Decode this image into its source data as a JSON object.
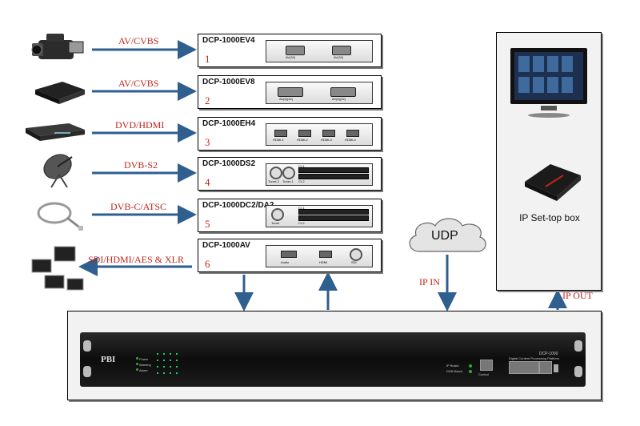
{
  "cards": [
    {
      "title": "DCP-1000EV4",
      "number": "1",
      "input": "AV/CVBS"
    },
    {
      "title": "DCP-1000EV8",
      "number": "2",
      "input": "AV/CVBS"
    },
    {
      "title": "DCP-1000EH4",
      "number": "3",
      "input": "DVD/HDMI"
    },
    {
      "title": "DCP-1000DS2",
      "number": "4",
      "input": "DVB-S2"
    },
    {
      "title": "DCP-1000DC2/DA2",
      "number": "5",
      "input": "DVB-C/ATSC"
    },
    {
      "title": "DCP-1000AV",
      "number": "6",
      "output": "SDI/HDMI/AES & XLR"
    }
  ],
  "port_labels": {
    "card1": [
      "AV(32)",
      "AV(32)"
    ],
    "card2": [
      "AV(8)(32)",
      "AV(8)(32)"
    ],
    "card3": [
      "HDMI-1",
      "HDMI-2",
      "HDMI-3",
      "HDMI-4"
    ],
    "card4": [
      "Tuner-2",
      "Tuner-1",
      "CI-1",
      "CI-2"
    ],
    "card5": [
      "Tuner",
      "CI-1",
      "CI-2"
    ],
    "card6": [
      "Audio",
      "HDMI",
      "SDI"
    ]
  },
  "udp": "UDP",
  "ip_in": "IP IN",
  "ip_out": "IP OUT",
  "settop_label": "IP Set-top box",
  "device": {
    "brand": "PBI",
    "leds": [
      "Power",
      "Warning",
      "Alarm"
    ],
    "ip_leds": [
      "IP Board",
      "DVB Board"
    ],
    "control_label": "Control",
    "model": "DCP-1000",
    "subtitle": "Digital Content Processing Platform"
  },
  "colors": {
    "arrow": "#2e5f8f",
    "label_red": "#c0251b"
  },
  "icons": [
    "camcorder-icon",
    "media-player-icon",
    "dvd-player-icon",
    "satellite-dish-icon",
    "coax-cable-icon",
    "monitors-icon",
    "cloud-icon",
    "tv-icon",
    "settop-box-icon"
  ]
}
